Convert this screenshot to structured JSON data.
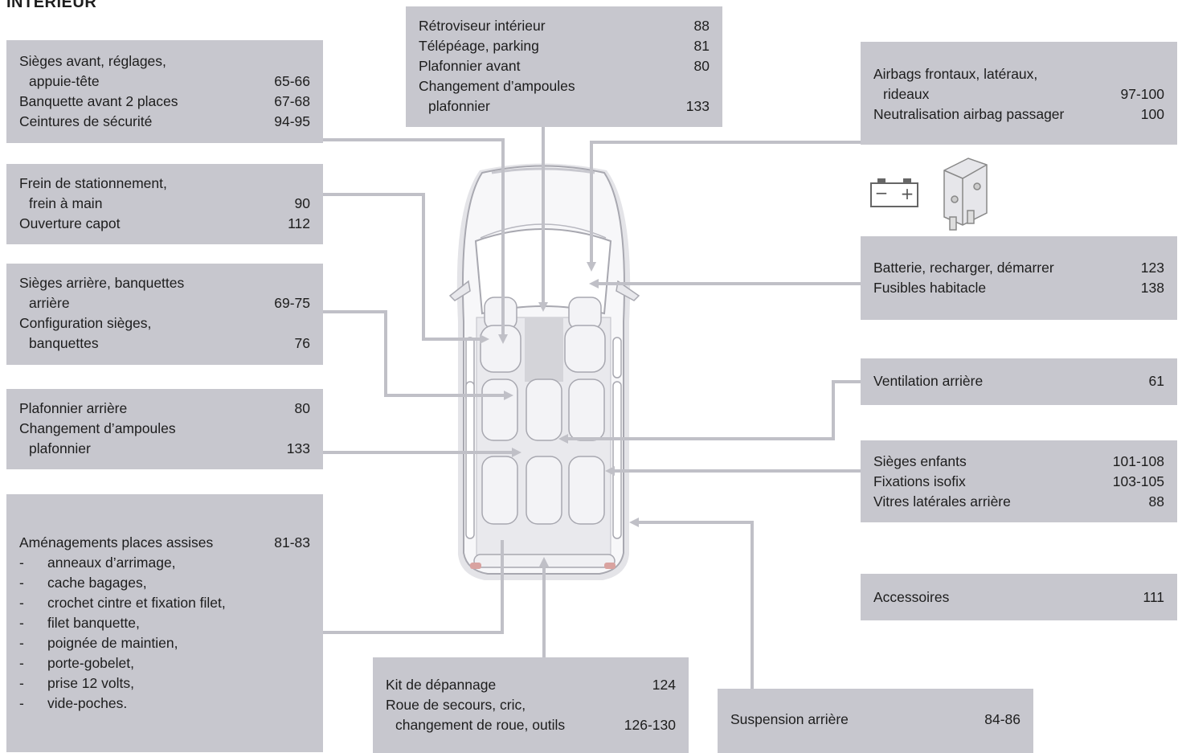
{
  "title": "INTÉRIEUR",
  "boxes": {
    "front_seats": [
      {
        "text": "Sièges avant, réglages,",
        "page": ""
      },
      {
        "text": "appuie-tête",
        "page": "65-66",
        "indent": true
      },
      {
        "text": "Banquette avant 2 places",
        "page": "67-68"
      },
      {
        "text": "Ceintures de sécurité",
        "page": "94-95"
      }
    ],
    "parking_brake": [
      {
        "text": "Frein de stationnement,",
        "page": ""
      },
      {
        "text": "frein à main",
        "page": "90",
        "indent": true
      },
      {
        "text": "Ouverture capot",
        "page": "112"
      }
    ],
    "rear_seats": [
      {
        "text": "Sièges arrière, banquettes",
        "page": ""
      },
      {
        "text": "arrière",
        "page": "69-75",
        "indent": true
      },
      {
        "text": "Configuration sièges,",
        "page": ""
      },
      {
        "text": "banquettes",
        "page": "76",
        "indent": true
      }
    ],
    "rear_light": [
      {
        "text": "Plafonnier arrière",
        "page": "80"
      },
      {
        "text": "Changement d’ampoules",
        "page": ""
      },
      {
        "text": "plafonnier",
        "page": "133",
        "indent": true
      }
    ],
    "fittings": {
      "head": {
        "text": "Aménagements places assises",
        "page": "81-83"
      },
      "items": [
        "anneaux d’arrimage,",
        "cache bagages,",
        "crochet cintre et fixation filet,",
        "filet banquette,",
        "poignée de maintien,",
        "porte-gobelet,",
        "prise 12 volts,",
        "vide-poches."
      ],
      "dash": "-"
    },
    "mirror": [
      {
        "text": "Rétroviseur intérieur",
        "page": "88"
      },
      {
        "text": "Télépéage, parking",
        "page": "81"
      },
      {
        "text": "Plafonnier avant",
        "page": "80"
      },
      {
        "text": "Changement d’ampoules",
        "page": ""
      },
      {
        "text": "plafonnier",
        "page": "133",
        "indent": true
      }
    ],
    "airbags": [
      {
        "text": "Airbags frontaux, latéraux,",
        "page": ""
      },
      {
        "text": "rideaux",
        "page": "97-100",
        "indent": true
      },
      {
        "text": "Neutralisation airbag passager",
        "page": "100"
      }
    ],
    "battery": [
      {
        "text": "Batterie, recharger, démarrer",
        "page": "123"
      },
      {
        "text": "Fusibles habitacle",
        "page": "138"
      }
    ],
    "ventilation": [
      {
        "text": "Ventilation arrière",
        "page": "61"
      }
    ],
    "child_seats": [
      {
        "text": "Sièges enfants",
        "page": "101-108"
      },
      {
        "text": "Fixations isofix",
        "page": "103-105"
      },
      {
        "text": "Vitres latérales arrière",
        "page": "88"
      }
    ],
    "accessories": [
      {
        "text": "Accessoires",
        "page": "111"
      }
    ],
    "repair_kit": [
      {
        "text": "Kit de dépannage",
        "page": "124"
      },
      {
        "text": "Roue de secours, cric,",
        "page": ""
      },
      {
        "text": "changement de roue, outils",
        "page": "126-130",
        "indent": true
      }
    ],
    "suspension": [
      {
        "text": "Suspension arrière",
        "page": "84-86"
      }
    ]
  },
  "icons": {
    "battery": "battery-icon",
    "fuse": "fuse-icon",
    "battery_minus": "−",
    "battery_plus": "+"
  },
  "colors": {
    "box_bg": "#c7c7ce",
    "leader_line": "#c0c0c7",
    "text": "#1d1d1d"
  }
}
